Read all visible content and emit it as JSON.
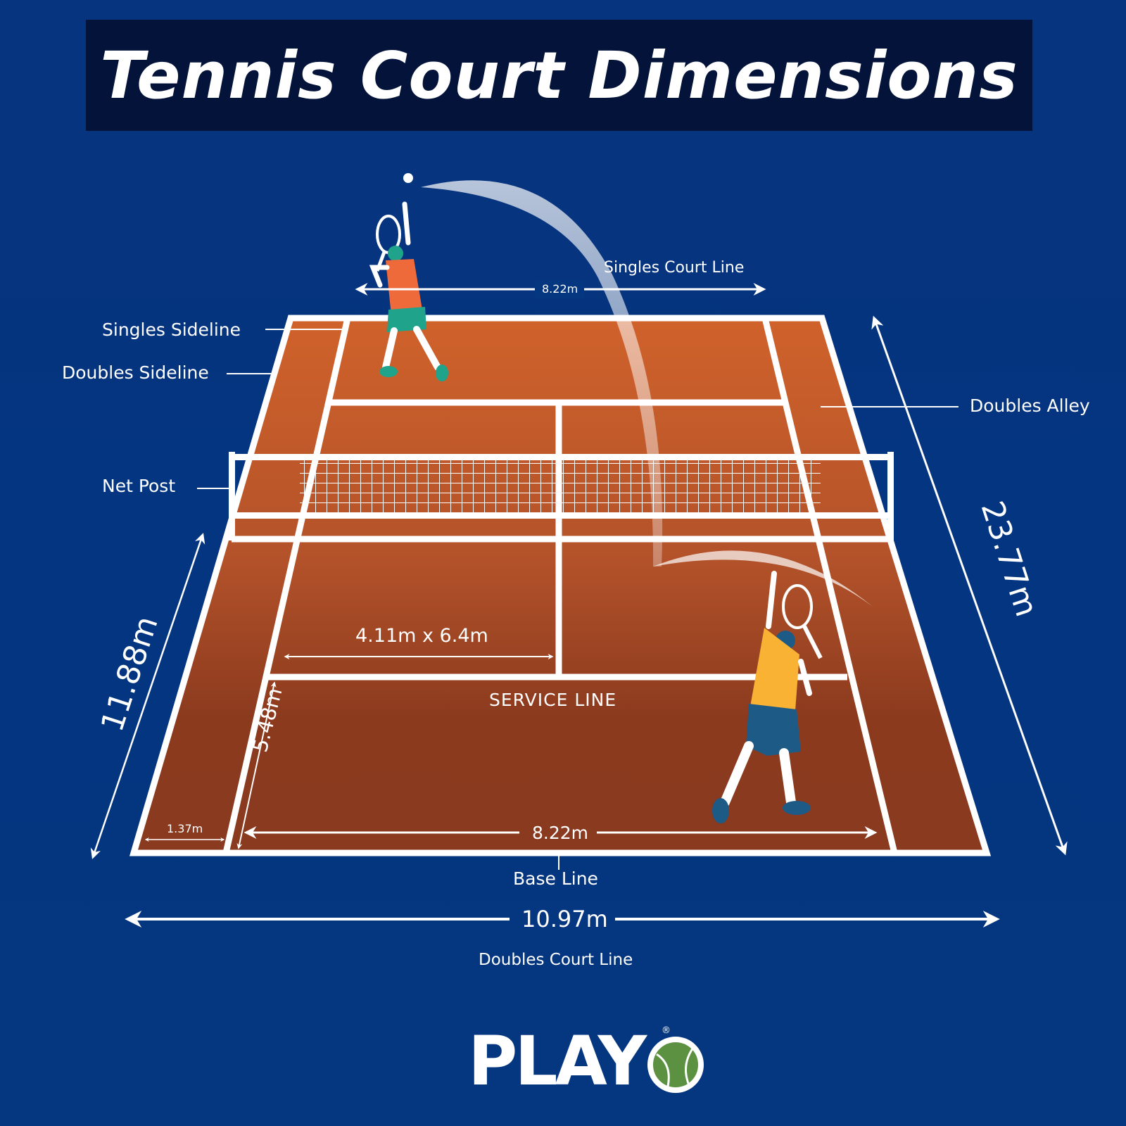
{
  "header": {
    "title": "Tennis Court Dimensions"
  },
  "labels": {
    "singles_court_line": "Singles Court Line",
    "singles_court_width_top": "8.22m",
    "singles_sideline": "Singles Sideline",
    "doubles_sideline": "Doubles Sideline",
    "doubles_alley": "Doubles Alley",
    "net_post": "Net Post",
    "service_box": "4.11m x 6.4m",
    "service_line": "SERVICE  LINE",
    "baseline_to_service": "5.48m",
    "alley_width": "1.37m",
    "singles_width_bottom": "8.22m",
    "base_line": "Base Line",
    "doubles_width": "10.97m",
    "doubles_court_line": "Doubles Court Line",
    "half_length": "11.88m",
    "full_length": "23.77m"
  },
  "colors": {
    "background": "#053680",
    "title_bar": "#03133a",
    "court_far": "#cf622c",
    "court_near": "#8a3a1e",
    "line": "#ffffff",
    "player_far_shirt": "#ef6a3a",
    "player_far_shorts": "#1fa38a",
    "player_near_shirt": "#f9b233",
    "player_near_shorts": "#1d5a86",
    "logo_ball": "#5b9140"
  },
  "brand": {
    "logo_text": "PLAY",
    "registered": "®"
  }
}
